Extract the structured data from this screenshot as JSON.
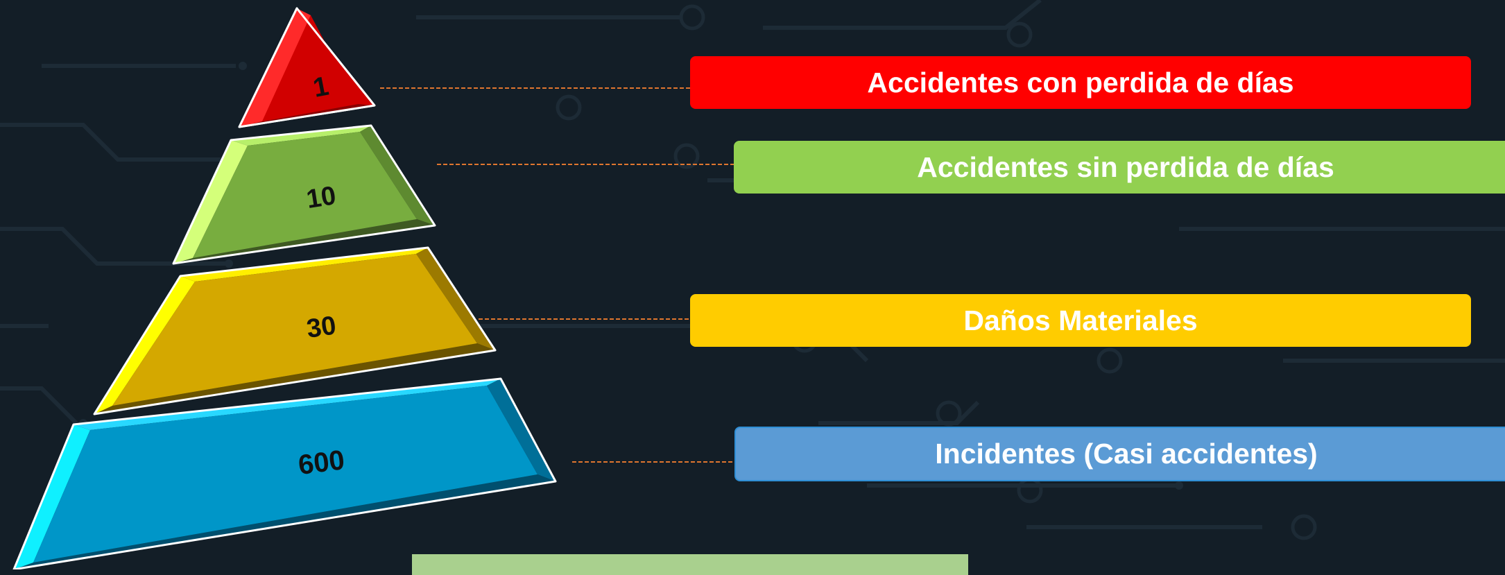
{
  "colors": {
    "background": "#131e27",
    "circuit": "#1d2b36",
    "connector": "#e0762f"
  },
  "tiers": [
    {
      "value": "1",
      "label": "Accidentes con perdida de días",
      "label_color": "#ff0000",
      "face": "#d10000",
      "left": "#ff2a2a",
      "top": "#ff4d4d",
      "bottom": "#8a0000",
      "right": "#b00000"
    },
    {
      "value": "10",
      "label": "Accidentes sin perdida de días",
      "label_color": "#92d050",
      "face": "#78ad3f",
      "left": "#d4ff7a",
      "top": "#b7ef6a",
      "bottom": "#3f5a22",
      "right": "#5e8a30"
    },
    {
      "value": "30",
      "label": "Daños Materiales",
      "label_color": "#ffcc00",
      "face": "#d4a800",
      "left": "#ffff00",
      "top": "#ffee00",
      "bottom": "#6b5400",
      "right": "#9c7a00"
    },
    {
      "value": "600",
      "label": "Incidentes (Casi accidentes)",
      "label_color": "#5b9bd5",
      "face": "#0096c8",
      "left": "#0ff0ff",
      "top": "#28d8ff",
      "bottom": "#004f6e",
      "right": "#006f98"
    }
  ]
}
